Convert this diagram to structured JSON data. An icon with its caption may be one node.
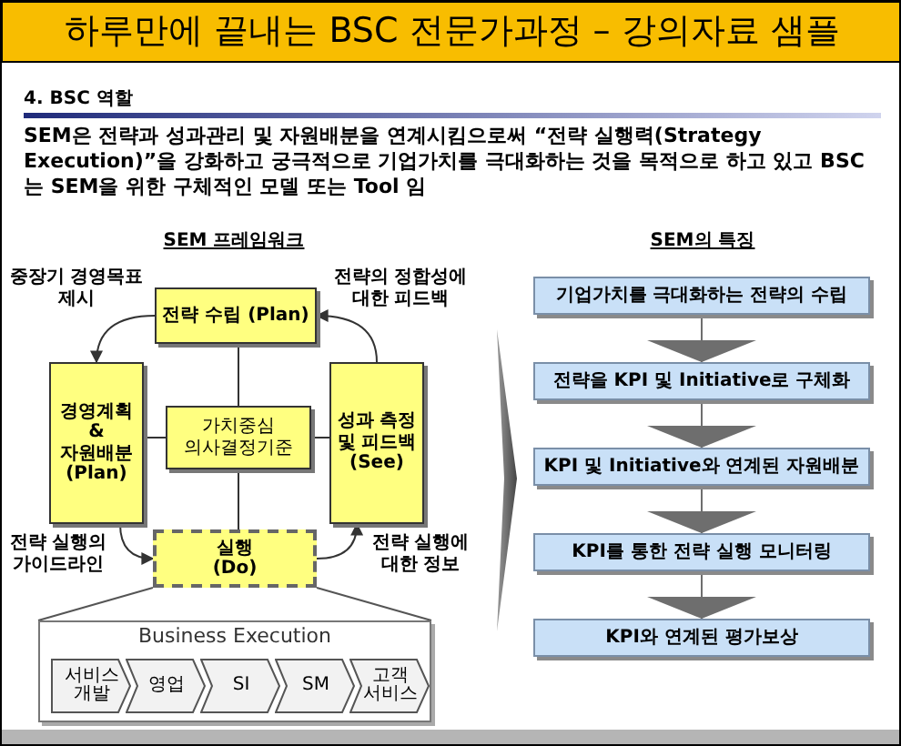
{
  "diagram": {
    "title": "하루만에 끝내는 BSC 전문가과정 – 강의자료 샘플",
    "nodes": [
      {
        "text": [
          "전략 수립 (Plan)"
        ]
      },
      {
        "text": [
          "경영계획 & 자원배분 (Plan)"
        ]
      },
      {
        "text": [
          "가치중심 의사결정기준"
        ]
      },
      {
        "text": [
          "성과 측정 및 피드백 (See)"
        ]
      },
      {
        "text": [
          "실행 (Do)"
        ]
      },
      {
        "text": [
          "Business Execution"
        ]
      },
      {
        "text": [
          "서비스 개발"
        ],
        "in": 5
      },
      {
        "text": [
          "영업"
        ],
        "in": 5
      },
      {
        "text": [
          "SI"
        ],
        "in": 5
      },
      {
        "text": [
          "SM"
        ],
        "in": 5
      },
      {
        "text": [
          "고객 서비스"
        ],
        "in": 5
      },
      {
        "text": [
          "기업가치를 극대화하는 전략의 수립"
        ]
      },
      {
        "text": [
          "전략을 KPI 및 Initiative로 구체화"
        ]
      },
      {
        "text": [
          "KPI 및 Initiative와 연계된 자원배분"
        ]
      },
      {
        "text": [
          "KPI를 통한 전략 실행 모니터링"
        ]
      },
      {
        "text": [
          "KPI와 연계된 평가보상"
        ]
      }
    ],
    "edges": [
      {
        "from": 0,
        "to": 1,
        "arrow": "to",
        "label": "중장기 경영목표 제시"
      },
      {
        "from": 1,
        "to": 4,
        "arrow": "to",
        "label": "전략 실행의 가이드라인"
      },
      {
        "from": 4,
        "to": 3,
        "arrow": "to",
        "label": "전략 실행에 대한 정보"
      },
      {
        "from": 3,
        "to": 0,
        "arrow": "to",
        "label": "전략의 정합성에 대한 피드백"
      },
      {
        "from": 2,
        "to": 0,
        "arrow": "none"
      },
      {
        "from": 2,
        "to": 1,
        "arrow": "none"
      },
      {
        "from": 2,
        "to": 3,
        "arrow": "none"
      },
      {
        "from": 2,
        "to": 4,
        "arrow": "none"
      },
      {
        "from": 4,
        "to": 5,
        "arrow": "none"
      },
      {
        "from": 11,
        "to": 12,
        "arrow": "to"
      },
      {
        "from": 12,
        "to": 13,
        "arrow": "to"
      },
      {
        "from": 13,
        "to": 14,
        "arrow": "to"
      },
      {
        "from": 14,
        "to": 15,
        "arrow": "to"
      }
    ],
    "labels": [
      "4. BSC 역할",
      "SEM은 전략과 성과관리 및 자원배분을 연계시킴으로써 “전략 실행력(Strategy Execution)”을 강화하고 궁극적으로 기업가치를 극대화하는 것을 목적으로 하고 있고 BSC는 SEM을 위한 구체적인 모델 또는 Tool 임",
      "SEM 프레임워크",
      "SEM의 특징"
    ]
  }
}
